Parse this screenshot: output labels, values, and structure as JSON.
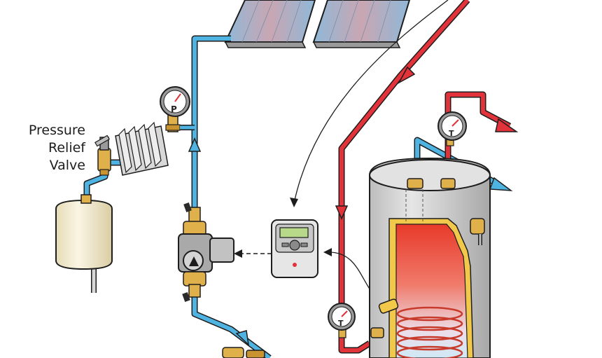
{
  "labels": {
    "relief_valve_line1": "Pressure",
    "relief_valve_line2": "Relief",
    "relief_valve_line3": "Valve"
  },
  "gauges": {
    "pressure_letter": "P",
    "temp_letter": "T"
  },
  "colors": {
    "hot_pipe": "#e2323a",
    "cold_pipe": "#4fb3e2",
    "outline": "#1d1d1d",
    "tank_shell": "#d4d4d4",
    "brass": "#e0b04a",
    "expansion_tank": "#f3ebd0",
    "controller_screen": "#b9d98a"
  }
}
